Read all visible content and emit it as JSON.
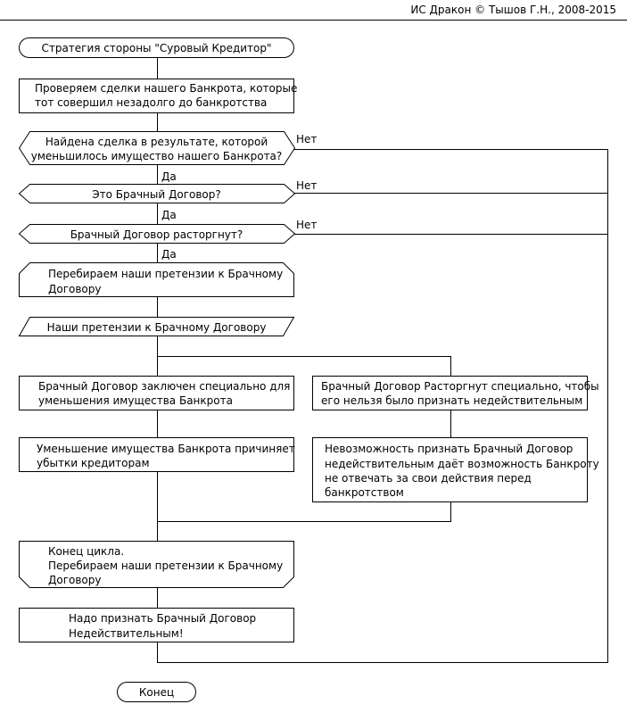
{
  "header": {
    "credit": "ИС Дракон © Тышов Г.Н., 2008-2015"
  },
  "flow": {
    "title": "Стратегия стороны \"Суровый Кредитор\"",
    "check_deals": [
      "Проверяем сделки нашего Банкрота, которые",
      "тот совершил незадолго до банкротства"
    ],
    "question_deal_found": [
      "Найдена сделка в результате, которой",
      "уменьшилось имущество нашего Банкрота?"
    ],
    "question_marriage_contract": "Это Брачный Договор?",
    "question_contract_dissolved": "Брачный Договор расторгнут?",
    "loop_start": [
      "Перебираем наши претензии к Брачному",
      "Договору"
    ],
    "claims_input": "Наши претензии к Брачному Договору",
    "left_branch_1": [
      "Брачный Договор заключен специально для",
      "уменьшения имущества Банкрота"
    ],
    "left_branch_2": [
      "Уменьшение имущества Банкрота причиняет",
      "убытки кредиторам"
    ],
    "right_branch_1": [
      "Брачный Договор Расторгнут специально, чтобы",
      "его нельзя было признать недействительным"
    ],
    "right_branch_2": [
      "Невозможность признать Брачный Договор",
      "недействительным даёт возможность Банкроту",
      "не отвечать за свои действия перед",
      "банкротством"
    ],
    "loop_end": [
      "Конец цикла.",
      "Перебираем наши претензии к Брачному",
      "Договору"
    ],
    "conclusion": [
      "Надо признать Брачный Договор",
      "Недействительным!"
    ],
    "end": "Конец"
  },
  "labels": {
    "yes": "Да",
    "no": "Нет"
  }
}
